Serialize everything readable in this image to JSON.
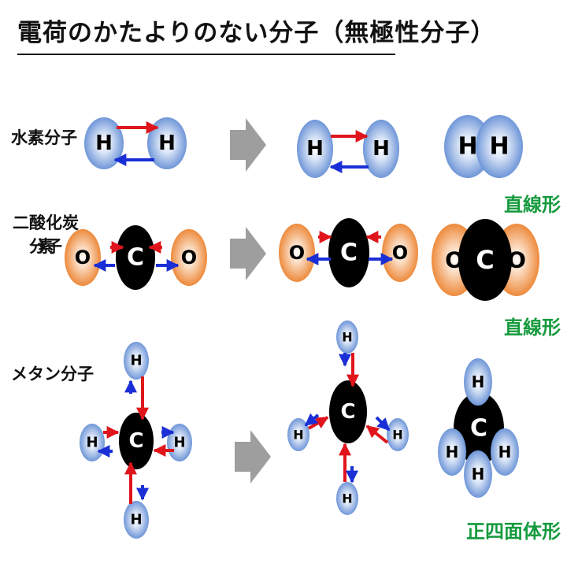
{
  "title": "電荷のかたよりのない分子（無極性分子）",
  "rows": {
    "hydrogen": {
      "label": "水素分子",
      "shape": "直線形"
    },
    "co2": {
      "label_line1": "二酸化炭素",
      "label_line2": "分子",
      "shape": "直線形"
    },
    "methane": {
      "label": "メタン分子",
      "shape": "正四面体形"
    }
  },
  "atoms": {
    "hydrogen": "H",
    "carbon": "C",
    "oxygen": "O"
  },
  "colors": {
    "hydrogen": "#6f96d8",
    "carbon": "#000000",
    "oxygen": "#ed8a3c",
    "arrow_positive": "#e0151b",
    "arrow_negative": "#1a2fd6",
    "process_arrow": "#9e9e9e",
    "shape_label": "#159a3d"
  }
}
